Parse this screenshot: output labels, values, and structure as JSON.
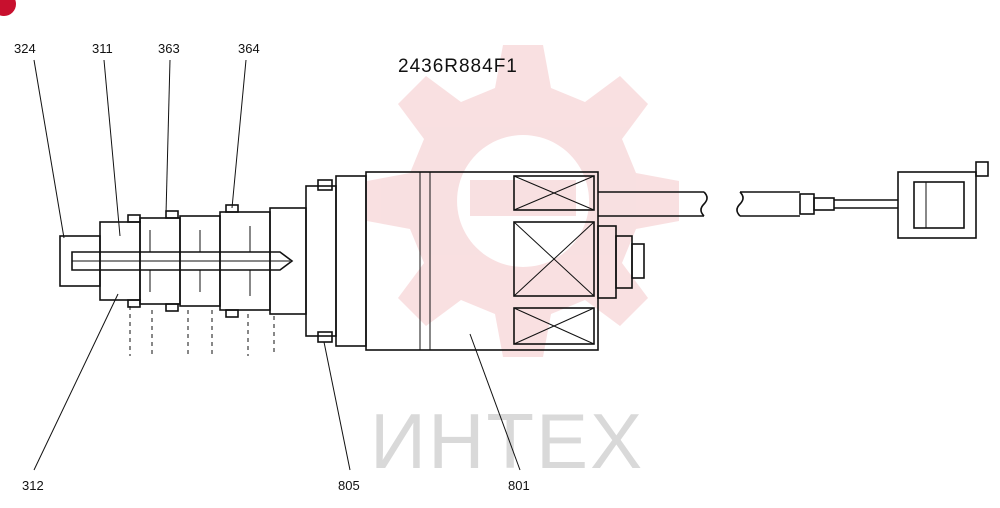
{
  "diagram": {
    "part_number": "2436R884F1",
    "callouts": [
      {
        "id": "c324",
        "label": "324"
      },
      {
        "id": "c311",
        "label": "311"
      },
      {
        "id": "c363",
        "label": "363"
      },
      {
        "id": "c364",
        "label": "364"
      },
      {
        "id": "c312",
        "label": "312"
      },
      {
        "id": "c805",
        "label": "805"
      },
      {
        "id": "c801",
        "label": "801"
      }
    ],
    "watermark": {
      "text": "ИНТЕХ",
      "color": "#f4c7c9"
    }
  }
}
